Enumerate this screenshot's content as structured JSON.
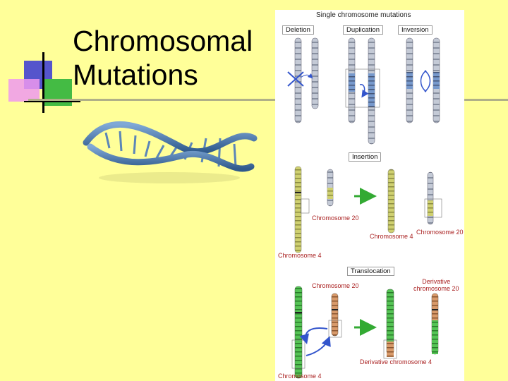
{
  "slide": {
    "title": "Chromosomal\nMutations"
  },
  "diagram": {
    "header": "Single chromosome mutations",
    "tabs": [
      "Deletion",
      "Duplication",
      "Inversion"
    ],
    "insertion": {
      "header": "Insertion",
      "label_chr20": "Chromosome 20",
      "label_chr4_result": "Chromosome 4",
      "label_chr20_result": "Chromosome 20",
      "label_chr4": "Chromosome 4"
    },
    "translocation": {
      "header": "Translocation",
      "label_chr20": "Chromosome 20",
      "label_deriv20": "Derivative\nchromosome 20",
      "label_deriv4": "Derivative chromosome 4",
      "label_chr4": "Chromosome 4"
    }
  },
  "colors": {
    "background": "#ffff99",
    "accent_blue": "#4444cc",
    "accent_green": "#33aa33",
    "accent_pink": "#ee99ee",
    "chrom_gray": "#b0b8c8",
    "chrom_blue": "#6688bb",
    "chrom_yellow": "#c8c860",
    "chrom_green": "#44bb44",
    "chrom_orange": "#cc8855",
    "arrow_green": "#33aa33"
  }
}
